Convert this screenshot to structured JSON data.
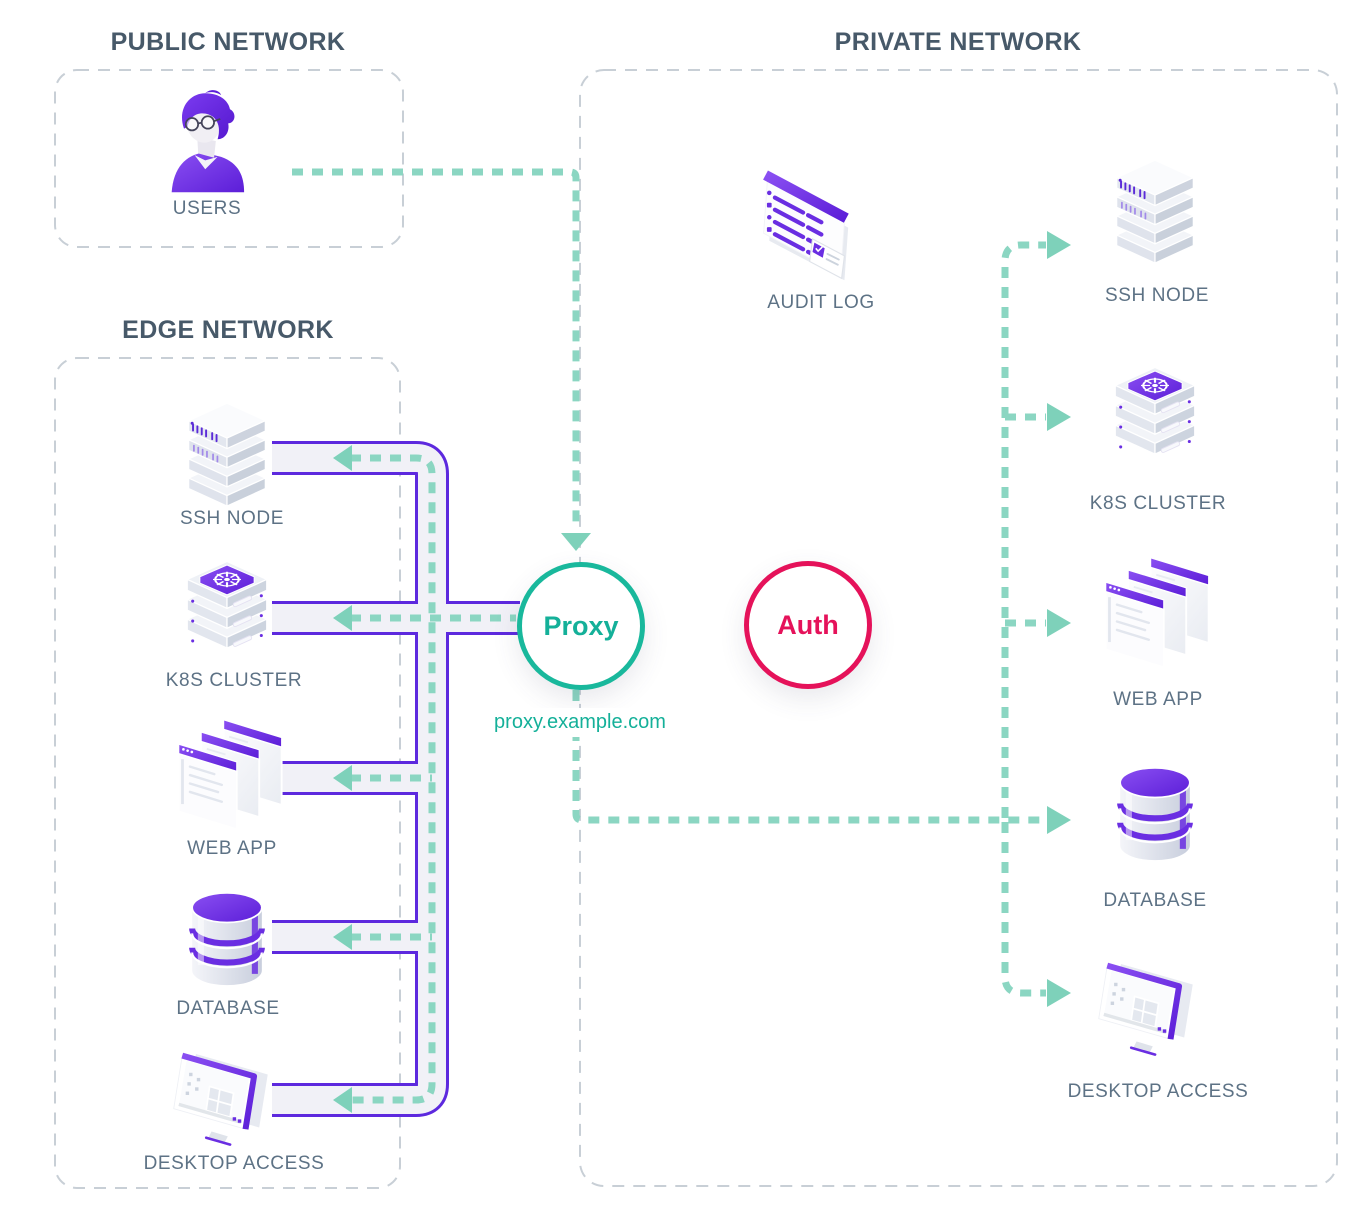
{
  "diagram": {
    "zones": {
      "public": {
        "title": "PUBLIC NETWORK",
        "nodes": [
          {
            "label": "USERS",
            "icon": "user-icon"
          }
        ]
      },
      "edge": {
        "title": "EDGE NETWORK",
        "nodes": [
          {
            "label": "SSH NODE",
            "icon": "server-stack-icon"
          },
          {
            "label": "K8S CLUSTER",
            "icon": "kubernetes-cluster-icon"
          },
          {
            "label": "WEB APP",
            "icon": "browser-windows-icon"
          },
          {
            "label": "DATABASE",
            "icon": "database-icon"
          },
          {
            "label": "DESKTOP ACCESS",
            "icon": "desktop-monitor-icon"
          }
        ]
      },
      "private": {
        "title": "PRIVATE NETWORK",
        "nodes": [
          {
            "label": "AUDIT LOG",
            "icon": "audit-log-icon"
          },
          {
            "label": "SSH NODE",
            "icon": "server-stack-icon"
          },
          {
            "label": "K8S CLUSTER",
            "icon": "kubernetes-cluster-icon"
          },
          {
            "label": "WEB APP",
            "icon": "browser-windows-icon"
          },
          {
            "label": "DATABASE",
            "icon": "database-icon"
          },
          {
            "label": "DESKTOP ACCESS",
            "icon": "desktop-monitor-icon"
          }
        ]
      }
    },
    "proxy": {
      "label": "Proxy",
      "domain": "proxy.example.com"
    },
    "auth": {
      "label": "Auth"
    },
    "colors": {
      "purple": "#5d29de",
      "icon_purple": "#6a2ee2",
      "teal": "#19b89c",
      "teal_dash": "#8bd6c2",
      "teal_arrow": "#7ed1ba",
      "crimson": "#e5125a",
      "title_text": "#475969",
      "label_text": "#5d7285",
      "box_border": "#c8cfd6",
      "pipe_fill": "#f1f1f7"
    }
  }
}
